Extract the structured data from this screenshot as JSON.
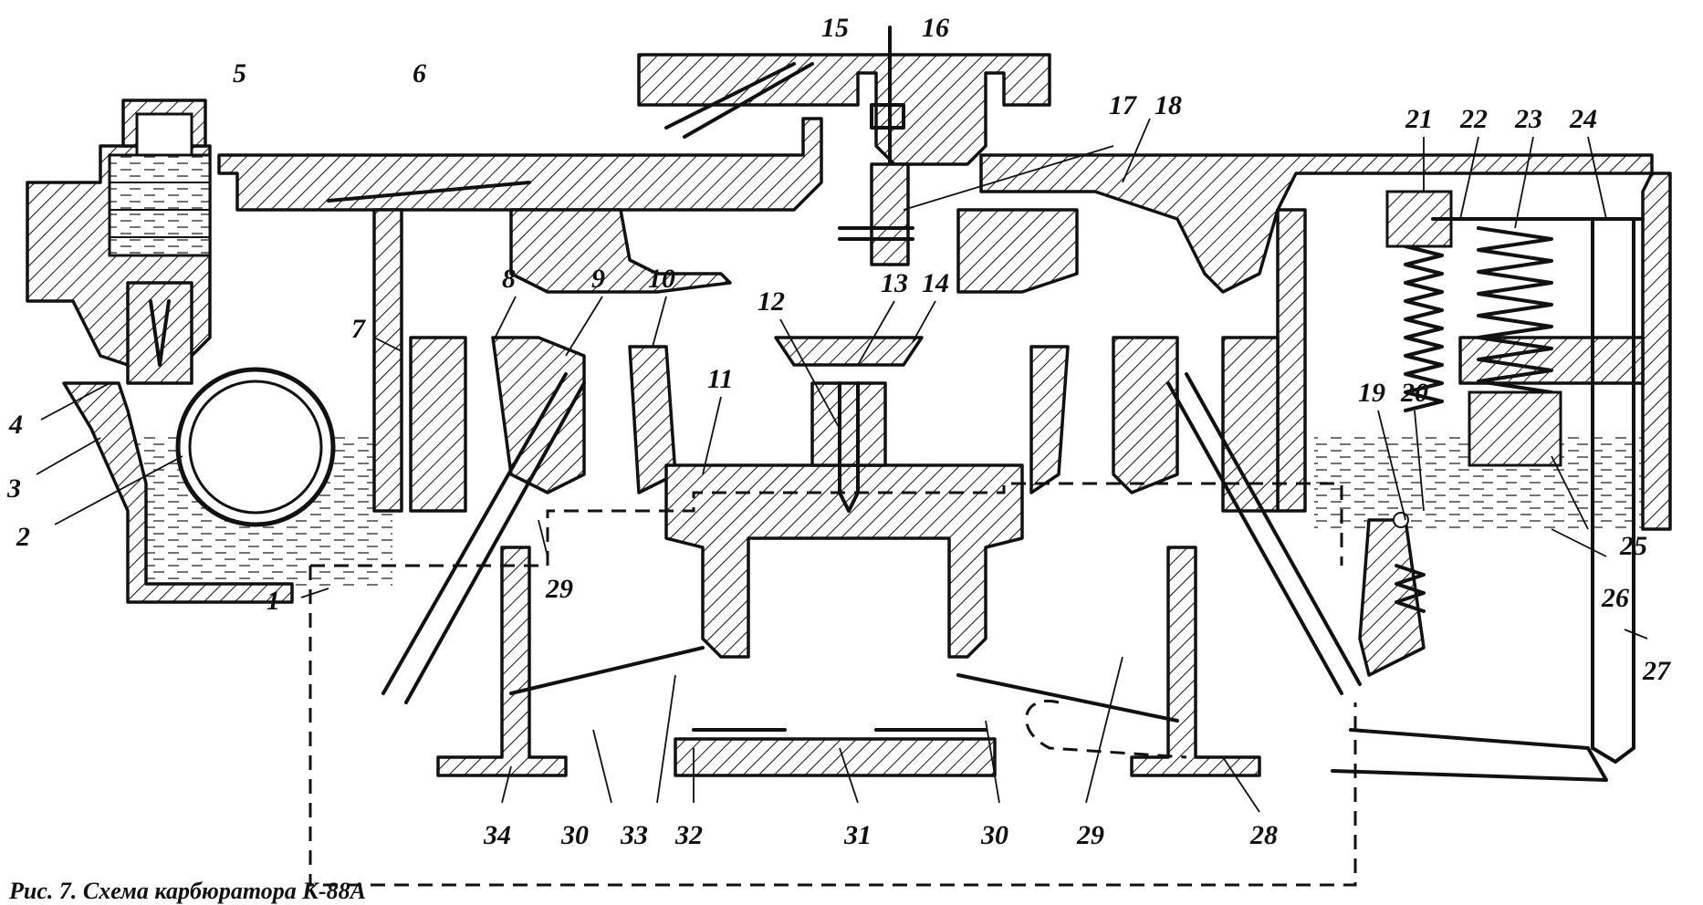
{
  "labels": {
    "l1": "1",
    "l2": "2",
    "l3": "3",
    "l4": "4",
    "l5": "5",
    "l6": "6",
    "l7": "7",
    "l8": "8",
    "l9": "9",
    "l10": "10",
    "l11": "11",
    "l12": "12",
    "l13": "13",
    "l14": "14",
    "l15": "15",
    "l16": "16",
    "l17": "17",
    "l18": "18",
    "l19": "19",
    "l20": "20",
    "l21": "21",
    "l22": "22",
    "l23": "23",
    "l24": "24",
    "l25": "25",
    "l26": "26",
    "l27": "27",
    "l28": "28",
    "l29a": "29",
    "l29b": "29",
    "l30a": "30",
    "l30b": "30",
    "l31": "31",
    "l32": "32",
    "l33": "33",
    "l34": "34"
  },
  "caption": "Рис. 7. Схема карбюратора К-88А"
}
